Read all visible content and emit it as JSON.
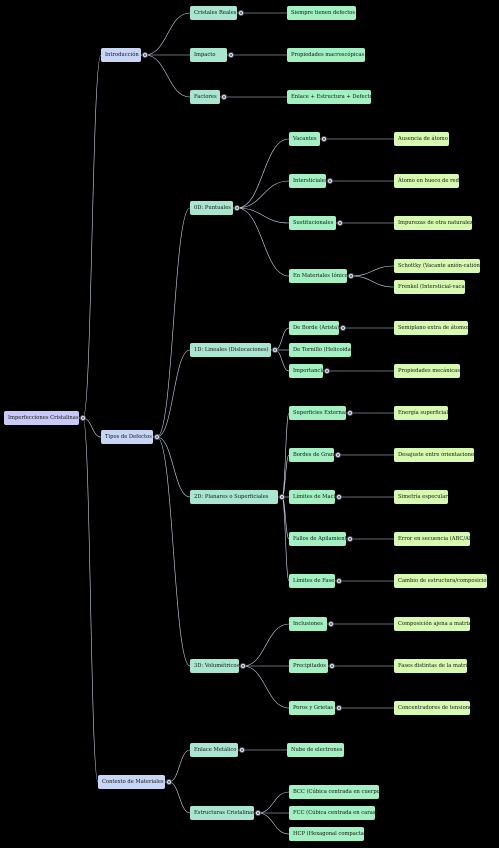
{
  "root": {
    "id": "root",
    "label": "Imperfecciones Cristalinas",
    "children": [
      {
        "id": "intro",
        "label": "Introducción",
        "children": [
          {
            "id": "cr",
            "label": "Cristales Reales",
            "children": [
              {
                "id": "cr1",
                "label": "Siempre tienen defectos"
              }
            ]
          },
          {
            "id": "imp",
            "label": "Impacto",
            "children": [
              {
                "id": "imp1",
                "label": "Propiedades macroscópicas"
              }
            ]
          },
          {
            "id": "fac",
            "label": "Factores",
            "children": [
              {
                "id": "fac1",
                "label": "Enlace + Estructura + Defectos"
              }
            ]
          }
        ]
      },
      {
        "id": "tipos",
        "label": "Tipos de Defectos",
        "children": [
          {
            "id": "d0",
            "label": "0D: Puntuales",
            "children": [
              {
                "id": "vac",
                "label": "Vacantes",
                "children": [
                  {
                    "id": "vac1",
                    "label": "Ausencia de átomo"
                  }
                ]
              },
              {
                "id": "int",
                "label": "Intersticiales",
                "children": [
                  {
                    "id": "int1",
                    "label": "Átomo en hueco de red"
                  }
                ]
              },
              {
                "id": "sus",
                "label": "Sustitucionales",
                "children": [
                  {
                    "id": "sus1",
                    "label": "Impurezas de otra naturaleza"
                  }
                ]
              },
              {
                "id": "ion",
                "label": "En Materiales Iónicos",
                "children": [
                  {
                    "id": "ion1",
                    "label": "Schottky (Vacante anión-catión)"
                  },
                  {
                    "id": "ion2",
                    "label": "Frenkel (Intersticial-vacante)"
                  }
                ]
              }
            ]
          },
          {
            "id": "d1",
            "label": "1D: Lineales (Dislocaciones)",
            "children": [
              {
                "id": "bor",
                "label": "De Borde (Arista)",
                "children": [
                  {
                    "id": "bor1",
                    "label": "Semiplano extra de átomos"
                  }
                ]
              },
              {
                "id": "tor",
                "label": "De Tornillo (Helicoidal)"
              },
              {
                "id": "impo",
                "label": "Importancia",
                "children": [
                  {
                    "id": "impo1",
                    "label": "Propiedades mecánicas"
                  }
                ]
              }
            ]
          },
          {
            "id": "d2",
            "label": "2D: Planares o Superficiales",
            "children": [
              {
                "id": "sup",
                "label": "Superficies Externas",
                "children": [
                  {
                    "id": "sup1",
                    "label": "Energía superficial"
                  }
                ]
              },
              {
                "id": "bg",
                "label": "Bordes de Grano",
                "children": [
                  {
                    "id": "bg1",
                    "label": "Desajuste entre orientaciones"
                  }
                ]
              },
              {
                "id": "mac",
                "label": "Límites de Macla",
                "children": [
                  {
                    "id": "mac1",
                    "label": "Simetría especular"
                  }
                ]
              },
              {
                "id": "fal",
                "label": "Fallos de Apilamiento",
                "children": [
                  {
                    "id": "fal1",
                    "label": "Error en secuencia (ABC/AB)"
                  }
                ]
              },
              {
                "id": "fas",
                "label": "Límites de Fase",
                "children": [
                  {
                    "id": "fas1",
                    "label": "Cambio de estructura/composición"
                  }
                ]
              }
            ]
          },
          {
            "id": "d3",
            "label": "3D: Volumétricos",
            "children": [
              {
                "id": "inc",
                "label": "Inclusiones",
                "children": [
                  {
                    "id": "inc1",
                    "label": "Composición ajena a matriz"
                  }
                ]
              },
              {
                "id": "pre",
                "label": "Precipitados",
                "children": [
                  {
                    "id": "pre1",
                    "label": "Fases distintas de la matriz"
                  }
                ]
              },
              {
                "id": "por",
                "label": "Poros y Grietas",
                "children": [
                  {
                    "id": "por1",
                    "label": "Concentradores de tensiones"
                  }
                ]
              }
            ]
          }
        ]
      },
      {
        "id": "ctx",
        "label": "Contexto de Materiales",
        "children": [
          {
            "id": "enl",
            "label": "Enlace Metálico",
            "children": [
              {
                "id": "enl1",
                "label": "Nube de electrones"
              }
            ]
          },
          {
            "id": "est",
            "label": "Estructuras Cristalinas",
            "children": [
              {
                "id": "bcc",
                "label": "BCC (Cúbica centrada en cuerpo)"
              },
              {
                "id": "fcc",
                "label": "FCC (Cúbica centrada en caras)"
              },
              {
                "id": "hcp",
                "label": "HCP (Hexagonal compacta)"
              }
            ]
          }
        ]
      }
    ]
  },
  "colors": {
    "edge": "#c8d8ec",
    "level0": "#c9c9f7",
    "level1": "#c7d6f5",
    "level2": "#a9e6d0",
    "level3": "#a3f0c2",
    "level4": "#d6fab0"
  }
}
